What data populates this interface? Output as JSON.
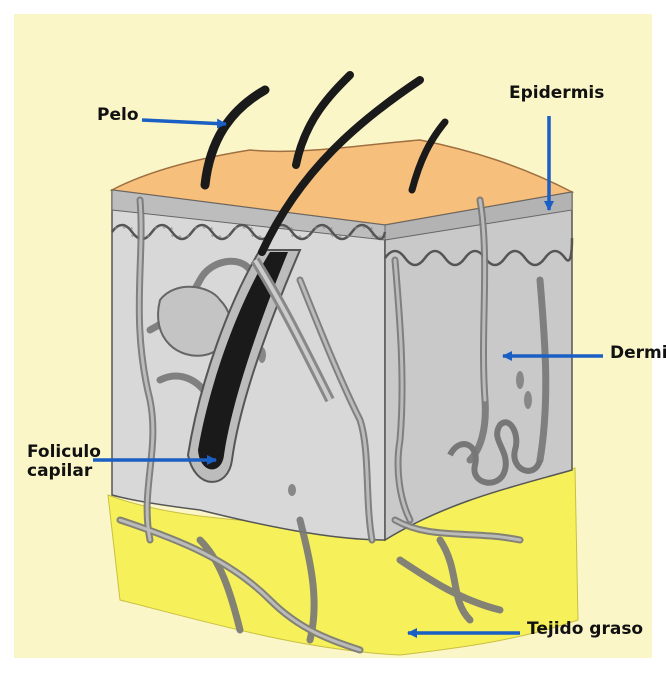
{
  "labels": {
    "pelo": "Pelo",
    "epidermis": "Epidermis",
    "dermis": "Dermis",
    "foliculo_line1": "Foliculo",
    "foliculo_line2": "capilar",
    "tejido": "Tejido graso"
  },
  "colors": {
    "background": "#fbf6c8",
    "epidermis": "#f6c07c",
    "dermis": "#d4d4d4",
    "fat": "#f6f05a",
    "arrow": "#1a5fc4",
    "hair": "#1a1a1a"
  }
}
